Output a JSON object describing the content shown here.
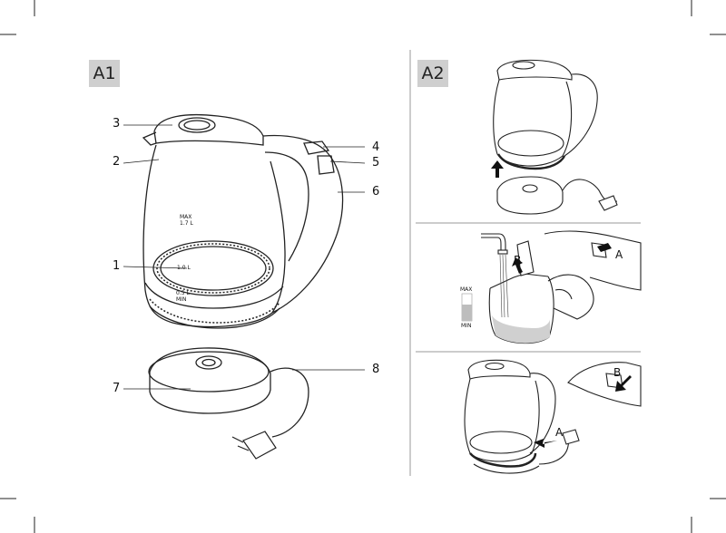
{
  "panels": {
    "a1_label": "A1",
    "a2_label": "A2"
  },
  "callouts": {
    "n1": "1",
    "n2": "2",
    "n3": "3",
    "n4": "4",
    "n5": "5",
    "n6": "6",
    "n7": "7",
    "n8": "8"
  },
  "kettle_marks": {
    "max": "MAX",
    "max_vol": "1.7 L",
    "mid_vol": "1.0 L",
    "min_vol": "0.5 L",
    "min": "MIN"
  },
  "a2_step2": {
    "arrow_a": "A",
    "arrow_b": "B",
    "gauge_max": "MAX",
    "gauge_min": "MIN"
  },
  "a2_step3": {
    "arrow_a": "A",
    "arrow_b": "B"
  },
  "colors": {
    "line": "#222222",
    "badge": "#cfcfcf",
    "divider": "#999999"
  }
}
